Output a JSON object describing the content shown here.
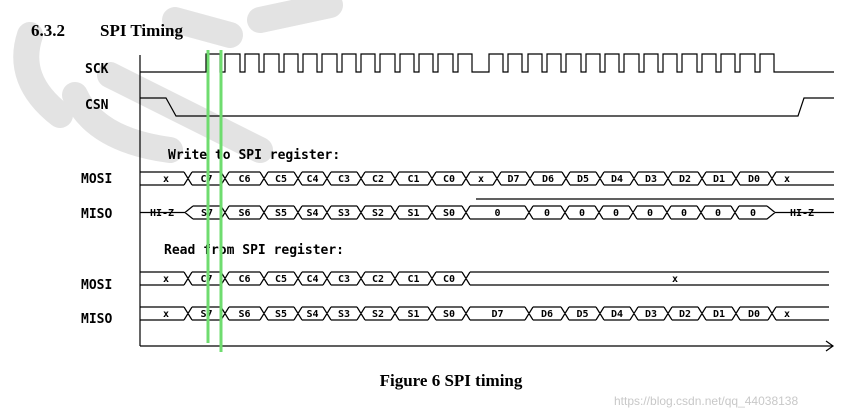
{
  "section": {
    "number": "6.3.2",
    "title": "SPI Timing"
  },
  "signals": {
    "sck": "SCK",
    "csn": "CSN",
    "mosi": "MOSI",
    "miso": "MISO"
  },
  "write": {
    "label": "Write to SPI register:",
    "mosi": [
      "x",
      "C7",
      "C6",
      "C5",
      "C4",
      "C3",
      "C2",
      "C1",
      "C0",
      "x",
      "D7",
      "D6",
      "D5",
      "D4",
      "D3",
      "D2",
      "D1",
      "D0",
      "x"
    ],
    "miso": [
      "HI-Z",
      "S7",
      "S6",
      "S5",
      "S4",
      "S3",
      "S2",
      "S1",
      "S0",
      "0",
      "0",
      "0",
      "0",
      "0",
      "0",
      "0",
      "0",
      "HI-Z"
    ]
  },
  "read": {
    "label": "Read from SPI register:",
    "mosi": [
      "x",
      "C7",
      "C6",
      "C5",
      "C4",
      "C3",
      "C2",
      "C1",
      "C0",
      "x"
    ],
    "miso": [
      "x",
      "S7",
      "S6",
      "S5",
      "S4",
      "S3",
      "S2",
      "S1",
      "S0",
      "D7",
      "D6",
      "D5",
      "D4",
      "D3",
      "D2",
      "D1",
      "D0",
      "x"
    ]
  },
  "caption": "Figure 6 SPI timing",
  "watermark": "https://blog.csdn.net/qq_44038138",
  "colors": {
    "line": "#000000",
    "marker": "#6fdc6f",
    "watermark": "#c8c8c8",
    "ghost_logo": "#e3e3e3"
  }
}
